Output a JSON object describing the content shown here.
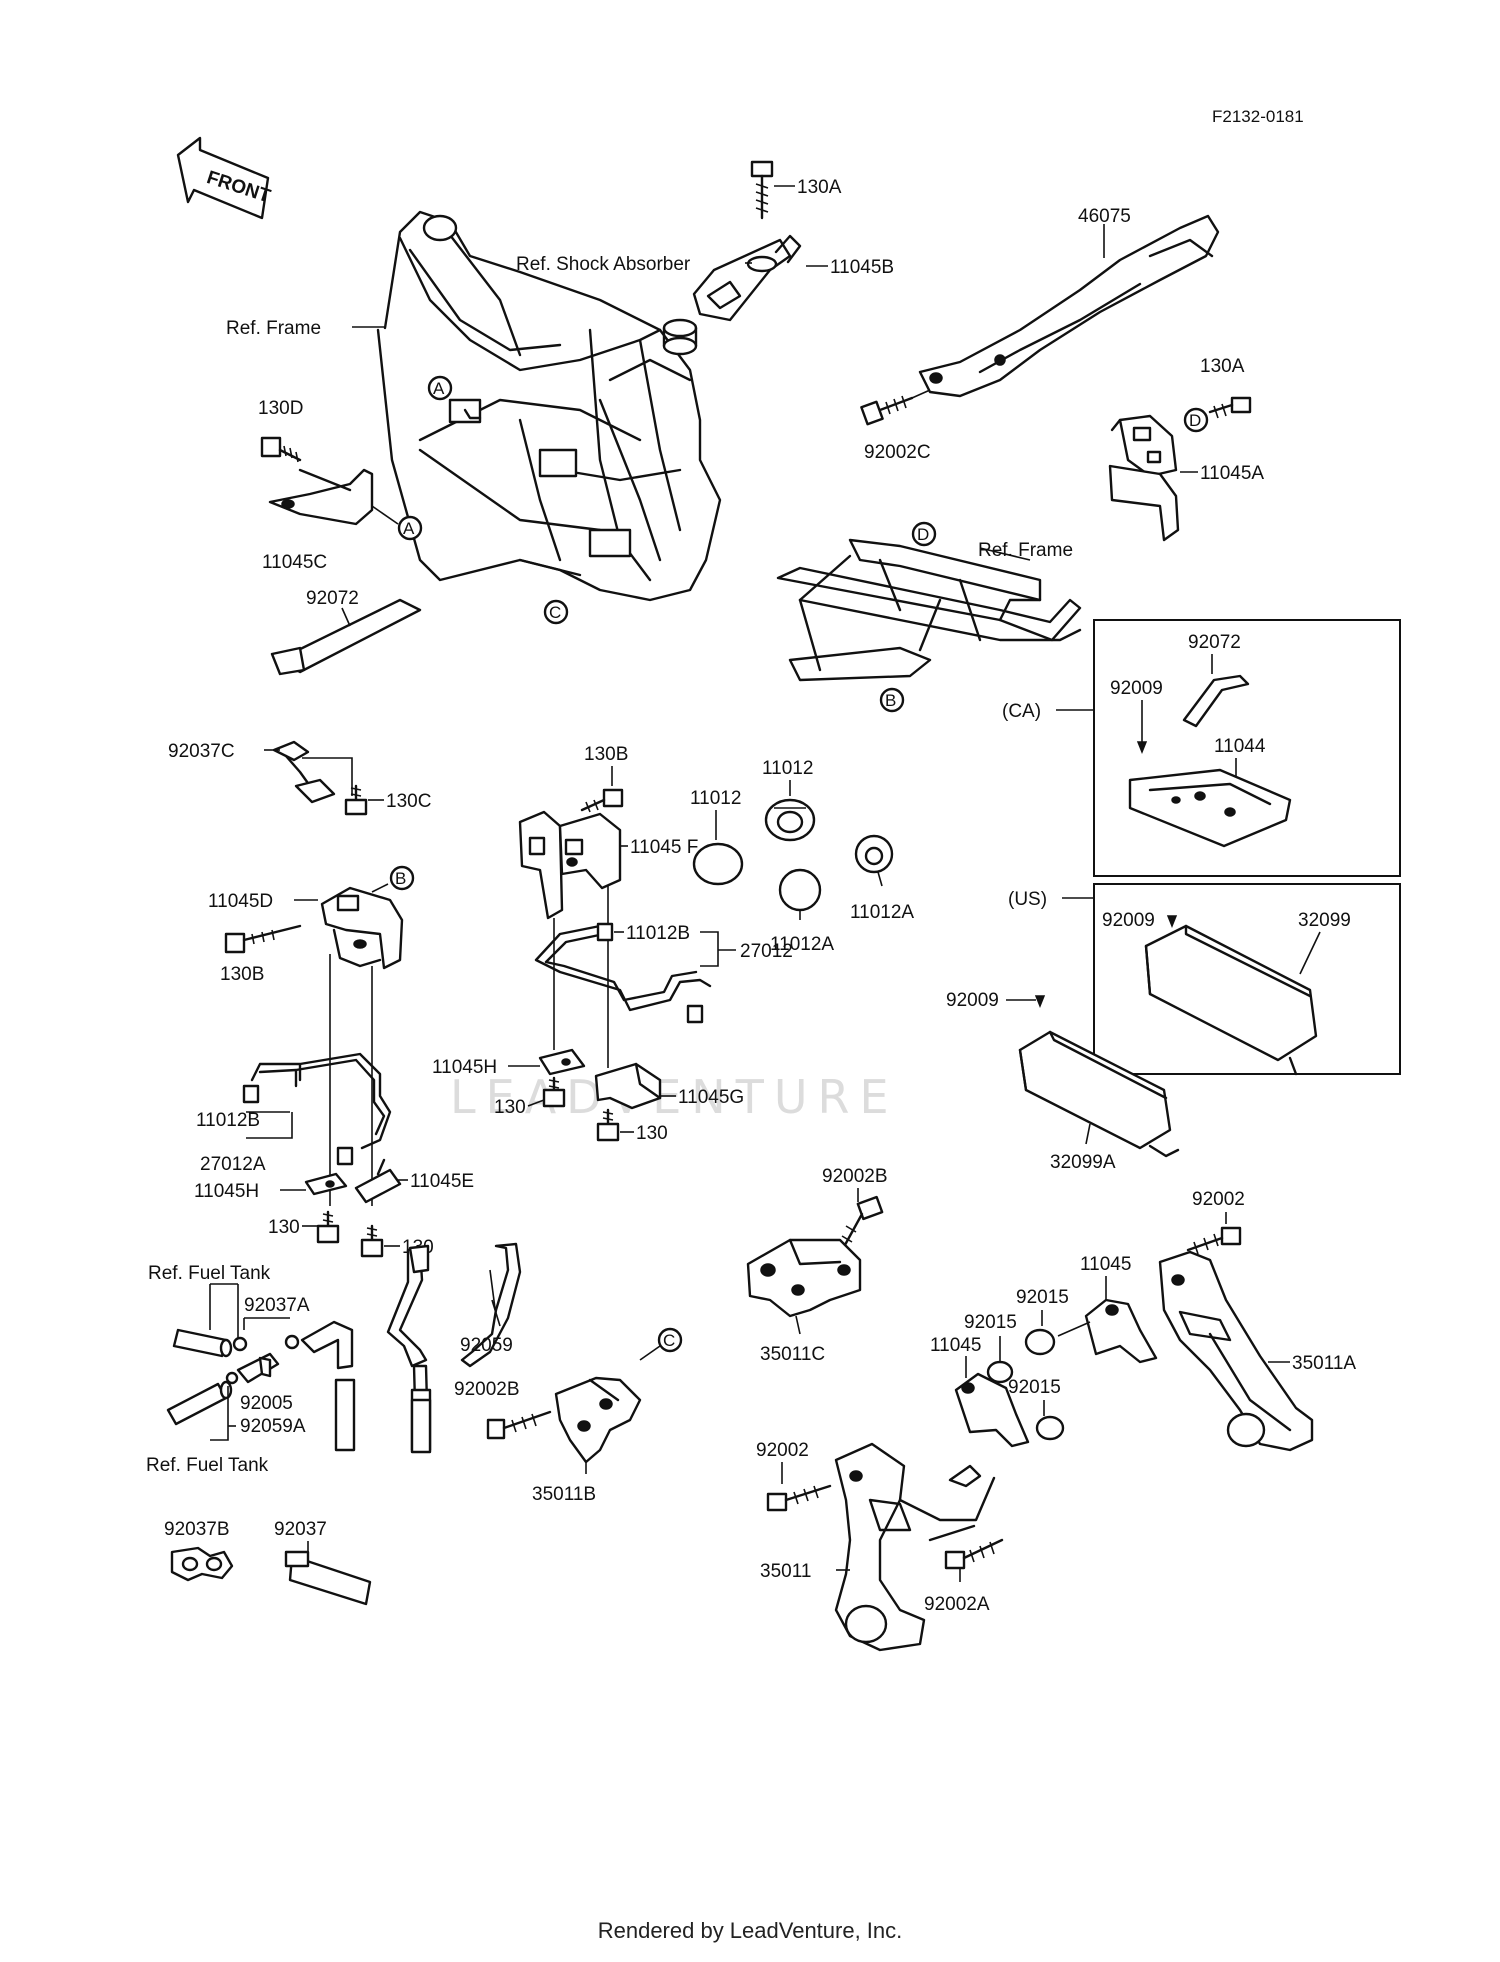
{
  "diagram_code": "F2132-0181",
  "front_label": "FRONT",
  "watermark": "LEADVENTURE",
  "footer": "Rendered by LeadVenture, Inc.",
  "refs": {
    "shock_absorber": "Ref. Shock Absorber",
    "frame_left": "Ref. Frame",
    "frame_right": "Ref. Frame",
    "fuel_tank_top": "Ref. Fuel Tank",
    "fuel_tank_bottom": "Ref. Fuel Tank"
  },
  "region_labels": {
    "ca": "(CA)",
    "us": "(US)"
  },
  "circle_markers": [
    "A",
    "A",
    "B",
    "B",
    "C",
    "C",
    "D",
    "D"
  ],
  "parts": {
    "p130A_top": "130A",
    "p11045B": "11045B",
    "p46075": "46075",
    "p92002C": "92002C",
    "p130A_right": "130A",
    "p11045A": "11045A",
    "p130D": "130D",
    "p11045C": "11045C",
    "p92072_left": "92072",
    "p92072_ca": "92072",
    "p92009_ca": "92009",
    "p11044": "11044",
    "p92037C": "92037C",
    "p130C": "130C",
    "p130B_mid": "130B",
    "p11045F": "11045 F",
    "p11012_a": "11012",
    "p11012_b": "11012",
    "p11012A_a": "11012A",
    "p11012A_b": "11012A",
    "p11045D": "11045D",
    "p130B_left": "130B",
    "p11012B_mid": "11012B",
    "p27012": "27012",
    "p92009_us": "92009",
    "p32099": "32099",
    "p92009_mid": "92009",
    "p32099A": "32099A",
    "p11045H_mid": "11045H",
    "p11045G": "11045G",
    "p130_mid_a": "130",
    "p130_mid_b": "130",
    "p11012B_left": "11012B",
    "p27012A": "27012A",
    "p11045H_left": "11045H",
    "p11045E": "11045E",
    "p130_left_a": "130",
    "p130_left_b": "130",
    "p92002B_top": "92002B",
    "p92002_right": "92002",
    "p11045_a": "11045",
    "p92015_a": "92015",
    "p92015_b": "92015",
    "p11045_b": "11045",
    "p92015_c": "92015",
    "p35011A": "35011A",
    "p35011C": "35011C",
    "p92037A": "92037A",
    "p92059": "92059",
    "p92005": "92005",
    "p92059A": "92059A",
    "p92002B_left": "92002B",
    "p35011B": "35011B",
    "p92002_left": "92002",
    "p92037B": "92037B",
    "p92037": "92037",
    "p35011": "35011",
    "p92002A": "92002A"
  }
}
